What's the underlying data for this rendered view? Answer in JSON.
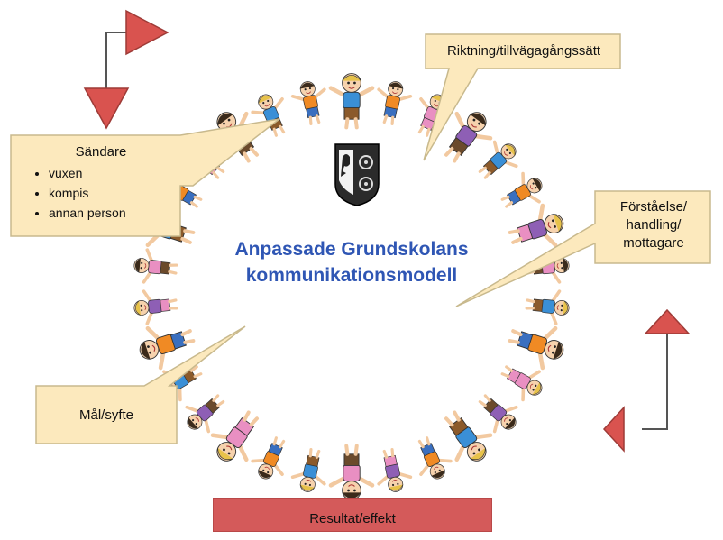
{
  "diagram": {
    "title_line1": "Anpassade Grundskolans",
    "title_line2": "kommunikationsmodell",
    "colors": {
      "title": "#2f56b4",
      "callout_fill": "#fce9bd",
      "callout_border": "#c8b98d",
      "arrow_red": "#d9534f",
      "result_box": "#d45a5a"
    },
    "callouts": {
      "sender": {
        "heading": "Sändare",
        "items": [
          "vuxen",
          "kompis",
          "annan person"
        ]
      },
      "direction": {
        "label": "Riktning/tillvägagångssätt"
      },
      "receiver": {
        "line1": "Förståelse/",
        "line2": "handling/",
        "line3": "mottagare"
      },
      "goal": {
        "label": "Mål/syfte"
      }
    },
    "result": {
      "label": "Resultat/effekt"
    },
    "emblem": {
      "icon": "coat-of-arms-icon"
    },
    "children_ring": {
      "icon": "children-holding-hands-ring"
    }
  }
}
